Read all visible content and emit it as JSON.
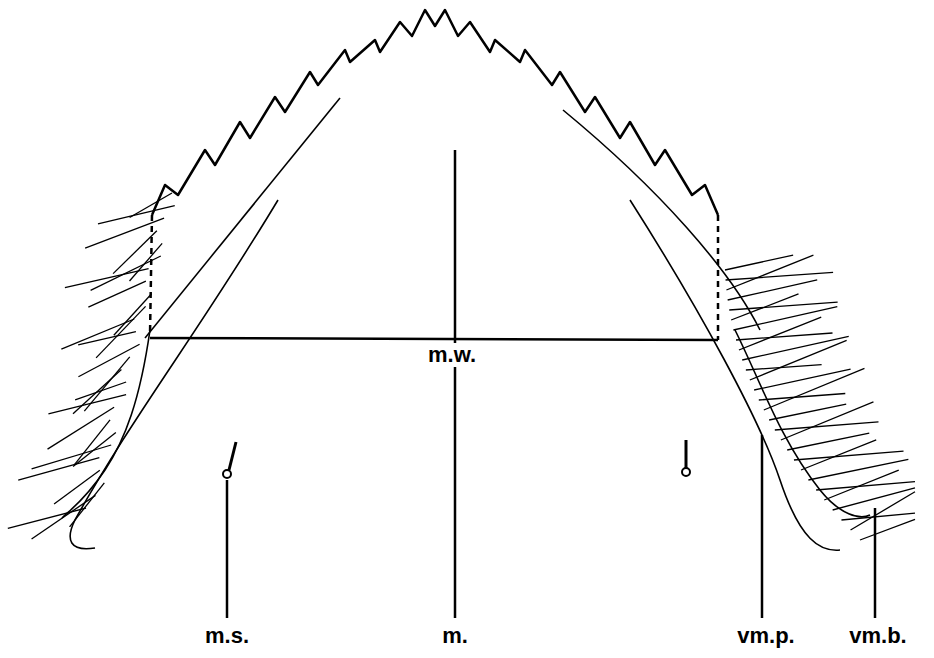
{
  "diagram": {
    "labels": [
      "m.w.",
      "m.s.",
      "m.",
      "vm.p.",
      "vm.b."
    ]
  }
}
